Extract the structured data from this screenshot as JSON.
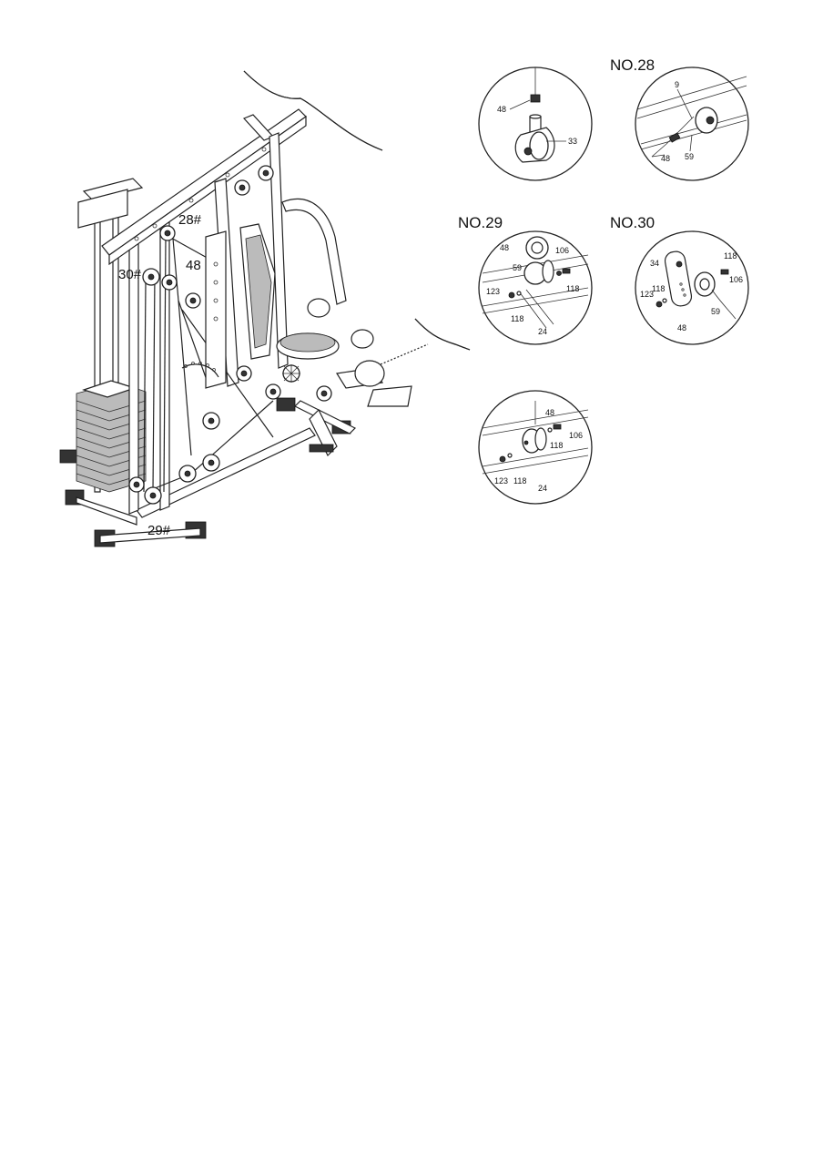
{
  "main_figure": {
    "labels": {
      "pulley_28": "28#",
      "pulley_30": "30#",
      "pulley_29": "29#",
      "part_48": "48"
    }
  },
  "details": {
    "detail_a": {
      "part_48": "48",
      "part_33": "33"
    },
    "no28": {
      "heading": "NO.28",
      "part_9": "9",
      "part_48": "48",
      "part_59": "59"
    },
    "no29": {
      "heading": "NO.29",
      "part_48": "48",
      "part_106": "106",
      "part_59": "59",
      "part_123": "123",
      "part_118a": "118",
      "part_118b": "118",
      "part_24": "24"
    },
    "no30": {
      "heading": "NO.30",
      "part_34": "34",
      "part_118a": "118",
      "part_106": "106",
      "part_123": "123",
      "part_118b": "118",
      "part_48": "48",
      "part_59": "59"
    },
    "detail_b": {
      "part_48": "48",
      "part_106": "106",
      "part_118a": "118",
      "part_123": "123",
      "part_118b": "118",
      "part_24": "24"
    }
  }
}
